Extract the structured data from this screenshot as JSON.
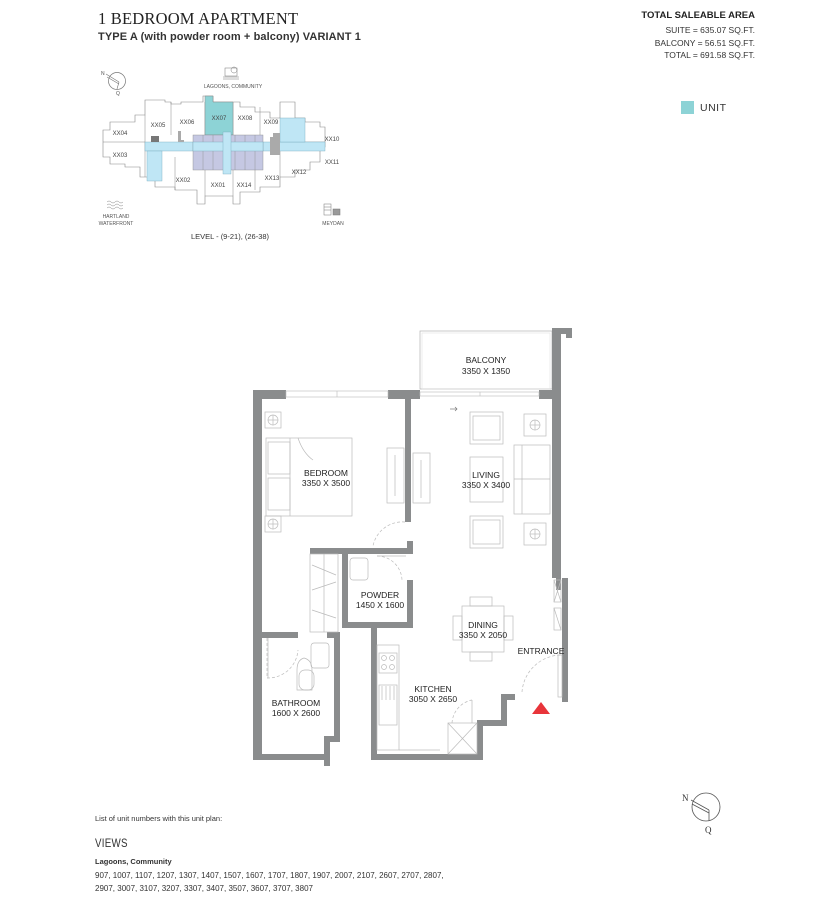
{
  "header": {
    "title": "1 BEDROOM APARTMENT",
    "subtitle": "TYPE A (with powder room + balcony) VARIANT 1"
  },
  "area": {
    "title": "TOTAL SALEABLE AREA",
    "suite": "SUITE = 635.07 SQ.FT.",
    "balcony": "BALCONY = 56.51 SQ.FT.",
    "total": "TOTAL = 691.58 SQ.FT."
  },
  "legend": {
    "label": "UNIT",
    "color": "#8dd3d6"
  },
  "keyplan": {
    "view_top": "LAGOONS, COMMUNITY",
    "view_left_1": "HARTLAND",
    "view_left_2": "WATERFRONT",
    "view_right": "MEYDAN",
    "level": "LEVEL - (9-21), (26-38)",
    "compass_n": "N",
    "compass_q": "Q",
    "units": {
      "xx01": "XX01",
      "xx02": "XX02",
      "xx03": "XX03",
      "xx04": "XX04",
      "xx05": "XX05",
      "xx06": "XX06",
      "xx07": "XX07",
      "xx08": "XX08",
      "xx09": "XX09",
      "xx10": "XX10",
      "xx11": "XX11",
      "xx12": "XX12",
      "xx13": "XX13",
      "xx14": "XX14"
    },
    "highlight_color": "#8dd3d6",
    "corridor_color": "#bfe6f5",
    "core_color": "#c5c8e3"
  },
  "rooms": {
    "balcony": {
      "name": "BALCONY",
      "dims": "3350 X 1350"
    },
    "bedroom": {
      "name": "BEDROOM",
      "dims": "3350 X 3500"
    },
    "living": {
      "name": "LIVING",
      "dims": "3350 X 3400"
    },
    "powder": {
      "name": "POWDER",
      "dims": "1450 X 1600"
    },
    "dining": {
      "name": "DINING",
      "dims": "3350 X 2050"
    },
    "entrance": {
      "name": "ENTRANCE"
    },
    "kitchen": {
      "name": "KITCHEN",
      "dims": "3050 X 2650"
    },
    "bathroom": {
      "name": "BATHROOM",
      "dims": "1600 X 2600"
    }
  },
  "compass": {
    "n": "N",
    "q": "Q"
  },
  "footer": {
    "note": "List of unit numbers with this unit plan:",
    "views_title": "VIEWS",
    "views_sub": "Lagoons, Community",
    "units": "907, 1007, 1107, 1207, 1307, 1407, 1507, 1607, 1707, 1807, 1907, 2007, 2107, 2607, 2707, 2807, 2907, 3007, 3107, 3207, 3307, 3407, 3507, 3607, 3707, 3807"
  },
  "colors": {
    "wall": "#8a8c8d",
    "entrance_marker": "#e8343a"
  }
}
